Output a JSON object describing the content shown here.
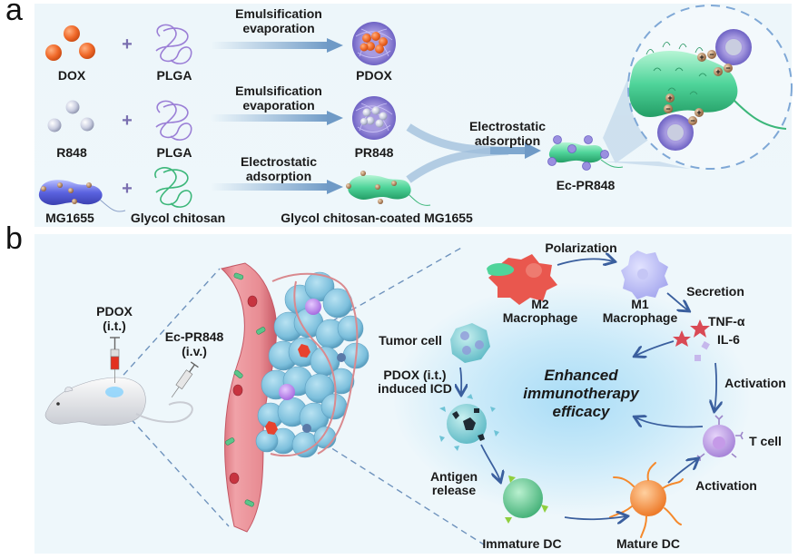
{
  "figure": {
    "panel_a": {
      "letter": "a",
      "rows": [
        {
          "reagent": "DOX",
          "operator": "+",
          "polymer": "PLGA",
          "process": [
            "Emulsification",
            "evaporation"
          ],
          "product": "PDOX"
        },
        {
          "reagent": "R848",
          "operator": "+",
          "polymer": "PLGA",
          "process": [
            "Emulsification",
            "evaporation"
          ],
          "product": "PR848"
        },
        {
          "reagent": "MG1655",
          "operator": "+",
          "polymer": "Glycol chitosan",
          "process": [
            "Electrostatic",
            "adsorption"
          ],
          "product": "Glycol chitosan-coated MG1655"
        }
      ],
      "combine_process": [
        "Electrostatic",
        "adsorption"
      ],
      "final_product": "Ec-PR848",
      "zoom_inset": {
        "charges": [
          "+",
          "-"
        ]
      }
    },
    "panel_b": {
      "letter": "b",
      "injections": [
        {
          "agent": "PDOX",
          "route": "(i.t.)"
        },
        {
          "agent": "Ec-PR848",
          "route": "(i.v.)"
        }
      ],
      "cycle": {
        "center": [
          "Enhanced",
          "immunotherapy",
          "efficacy"
        ],
        "nodes": {
          "m2": [
            "M2",
            "Macrophage"
          ],
          "m1": [
            "M1",
            "Macrophage"
          ],
          "tumor_cell": "Tumor cell",
          "cytokine_1": "TNF-α",
          "cytokine_2": "IL-6",
          "t_cell": "T cell",
          "immature_dc": "Immature DC",
          "mature_dc": "Mature DC"
        },
        "steps": {
          "polarization": "Polarization",
          "secretion": "Secretion",
          "activation_cytokine": "Activation",
          "icd": [
            "PDOX (i.t.)",
            "induced ICD"
          ],
          "antigen": [
            "Antigen",
            "release"
          ],
          "activation_dc": "Activation"
        }
      }
    },
    "colors": {
      "panel_bg": "#eef7fb",
      "arrow": "#7fa8cf",
      "cycle_arrow": "#3a5f9e",
      "dox": "#f06a2a",
      "plga": "#9b7fd6",
      "chitosan": "#3cb77a",
      "bacteria_blue": "#5b63e0",
      "bacteria_green": "#4fd49a",
      "vessel": "#e88c93",
      "tumor": "#7cbfdc",
      "m2": "#e9574e",
      "m1": "#b7b8f2",
      "t_cell": "#b38ee0",
      "immature_dc": "#5fc78f",
      "mature_dc": "#f5892c",
      "cytokine": "#d94a55"
    }
  }
}
